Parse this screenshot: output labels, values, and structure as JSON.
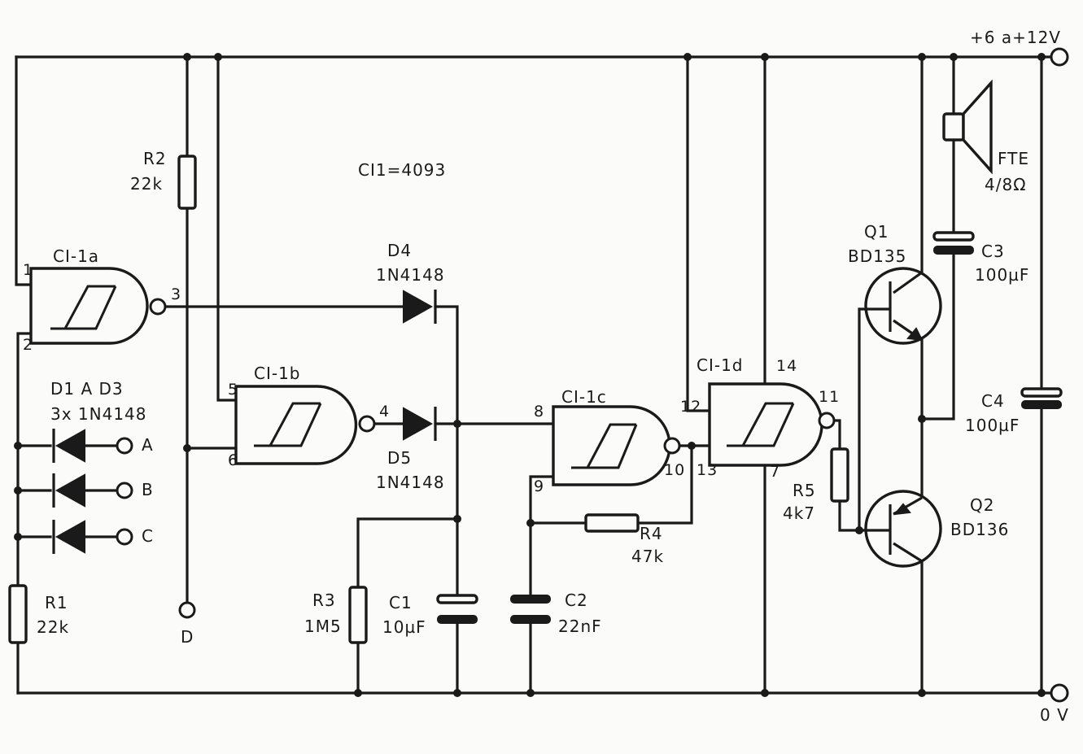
{
  "labels": {
    "supply": "+6 a+12V",
    "ground": "0 V",
    "ic": "CI1=4093",
    "ci1a": "CI-1a",
    "ci1b": "CI-1b",
    "ci1c": "CI-1c",
    "ci1d": "CI-1d",
    "pin1": "1",
    "pin2": "2",
    "pin3": "3",
    "pin4": "4",
    "pin5": "5",
    "pin6": "6",
    "pin7": "7",
    "pin8": "8",
    "pin9": "9",
    "pin10": "10",
    "pin11": "11",
    "pin12": "12",
    "pin13": "13",
    "pin14": "14",
    "r1": "R1",
    "r1v": "22k",
    "r2": "R2",
    "r2v": "22k",
    "r3": "R3",
    "r3v": "1M5",
    "r4": "R4",
    "r4v": "47k",
    "r5": "R5",
    "r5v": "4k7",
    "c1": "C1",
    "c1v": "10µF",
    "c2": "C2",
    "c2v": "22nF",
    "c3": "C3",
    "c3v": "100µF",
    "c4": "C4",
    "c4v": "100µF",
    "d1d3": "D1 A D3",
    "d1d3v": "3x 1N4148",
    "d4": "D4",
    "d4v": "1N4148",
    "d5": "D5",
    "d5v": "1N4148",
    "q1": "Q1",
    "q1v": "BD135",
    "q2": "Q2",
    "q2v": "BD136",
    "fte": "FTE",
    "ftev": "4/8Ω",
    "inA": "A",
    "inB": "B",
    "inC": "C",
    "inD": "D"
  }
}
